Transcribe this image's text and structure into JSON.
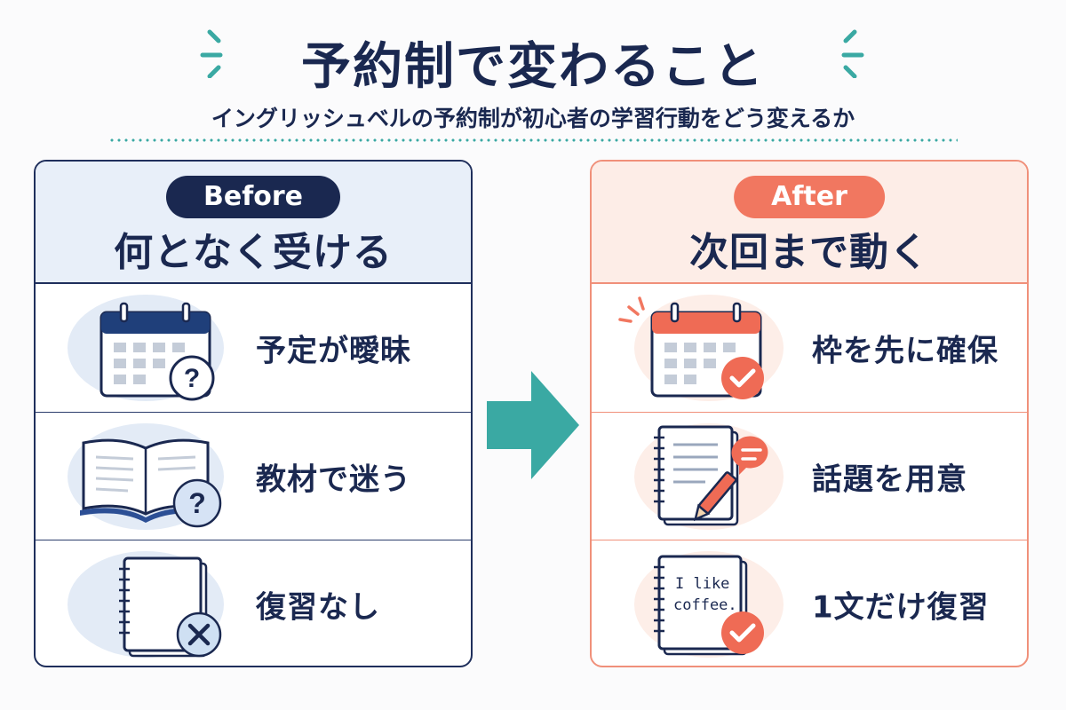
{
  "title": "予約制で変わること",
  "subtitle": "イングリッシュベルの予約制が初心者の学習行動をどう変えるか",
  "before": {
    "badge": "Before",
    "heading": "何となく受ける",
    "items": [
      {
        "label": "予定が曖昧",
        "icon": "calendar-question-icon"
      },
      {
        "label": "教材で迷う",
        "icon": "book-question-icon"
      },
      {
        "label": "復習なし",
        "icon": "notebook-x-icon"
      }
    ]
  },
  "after": {
    "badge": "After",
    "heading": "次回まで動く",
    "items": [
      {
        "label": "枠を先に確保",
        "icon": "calendar-check-icon"
      },
      {
        "label": "話題を用意",
        "icon": "notebook-pencil-icon"
      },
      {
        "label": "1文だけ復習",
        "icon": "notebook-check-icon",
        "note_text": [
          "I like",
          "coffee."
        ]
      }
    ]
  },
  "colors": {
    "navy": "#1a2850",
    "coral": "#f17760",
    "teal": "#3aa9a3",
    "before_bg": "#e8eff9",
    "after_bg": "#fdede7"
  }
}
